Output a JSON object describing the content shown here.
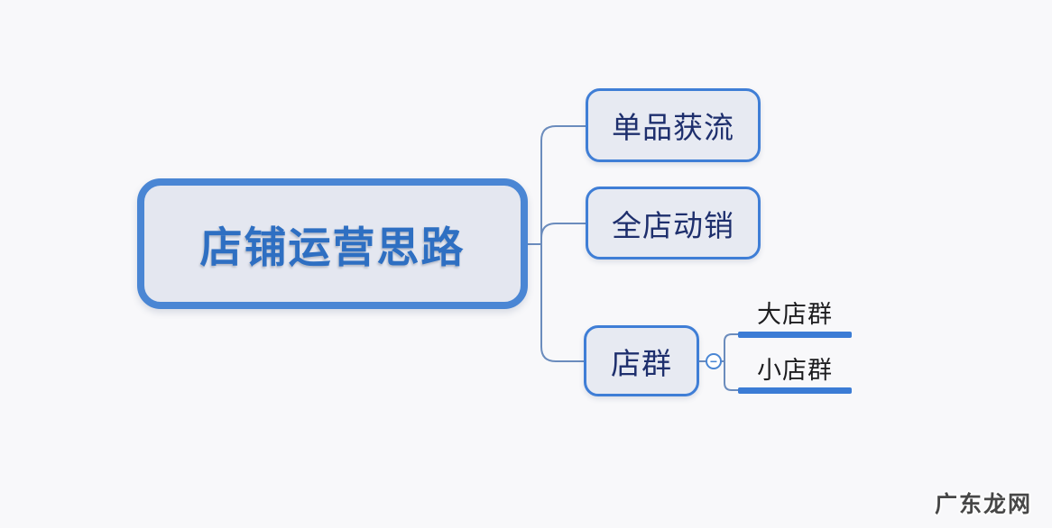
{
  "mindmap": {
    "root": {
      "label": "店铺运营思路"
    },
    "branches": [
      {
        "label": "单品获流"
      },
      {
        "label": "全店动销"
      },
      {
        "label": "店群",
        "collapse_symbol": "−",
        "children": [
          {
            "label": "大店群"
          },
          {
            "label": "小店群"
          }
        ]
      }
    ]
  },
  "watermark": {
    "text": "广东龙网"
  },
  "colors": {
    "background": "#f5f5f7",
    "root_border": "#4a86d4",
    "root_fill": "#e4e7f0",
    "root_text": "#2e6fc2",
    "child_border": "#3f7ed6",
    "child_fill": "#e7eaf2",
    "child_text": "#1e2f6d",
    "connector": "#6b8cbd",
    "leaf_underline": "#3b7cd5",
    "leaf_text": "#1d1d1f",
    "watermark_text": "#474747"
  }
}
